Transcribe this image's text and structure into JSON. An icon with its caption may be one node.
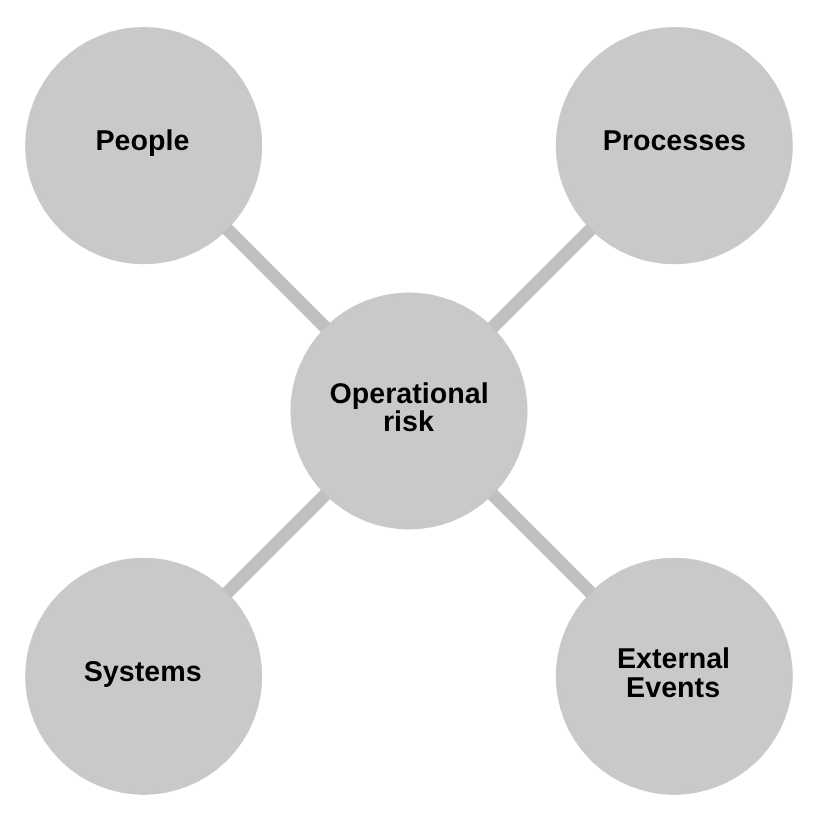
{
  "diagram": {
    "nodes": [
      {
        "text": [
          "Processes"
        ]
      },
      {
        "text": [
          "People"
        ]
      },
      {
        "text": [
          "Operational risk"
        ]
      },
      {
        "text": [
          "Systems"
        ]
      },
      {
        "text": [
          "External Events"
        ]
      }
    ],
    "edges": [
      {
        "from": 2,
        "to": 0,
        "arrow": "none"
      },
      {
        "from": 2,
        "to": 1,
        "arrow": "none"
      },
      {
        "from": 2,
        "to": 3,
        "arrow": "none"
      },
      {
        "from": 2,
        "to": 4,
        "arrow": "none"
      }
    ]
  }
}
